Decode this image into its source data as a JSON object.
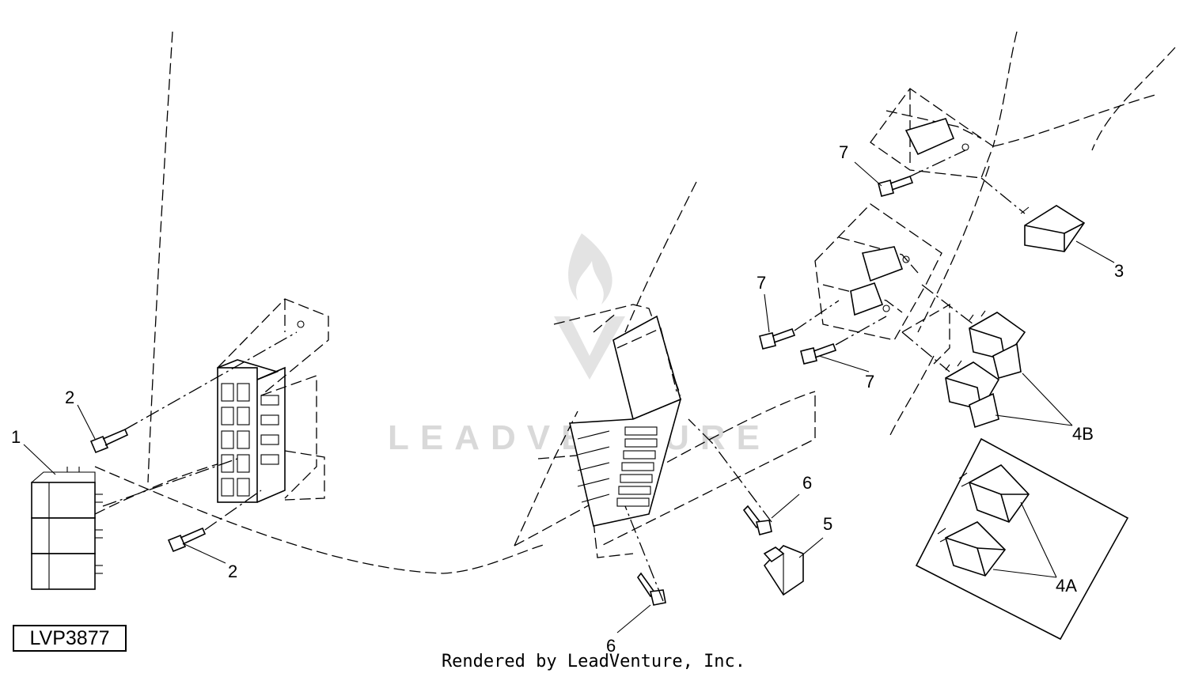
{
  "watermark": {
    "text": "LEADVENTURE"
  },
  "figure_code": "LVP3877",
  "footer": "Rendered by LeadVenture, Inc.",
  "callouts": {
    "c1": "1",
    "c2a": "2",
    "c2b": "2",
    "c3": "3",
    "c4a": "4A",
    "c4b": "4B",
    "c5": "5",
    "c6a": "6",
    "c6b": "6",
    "c7a": "7",
    "c7b": "7",
    "c7c": "7"
  }
}
